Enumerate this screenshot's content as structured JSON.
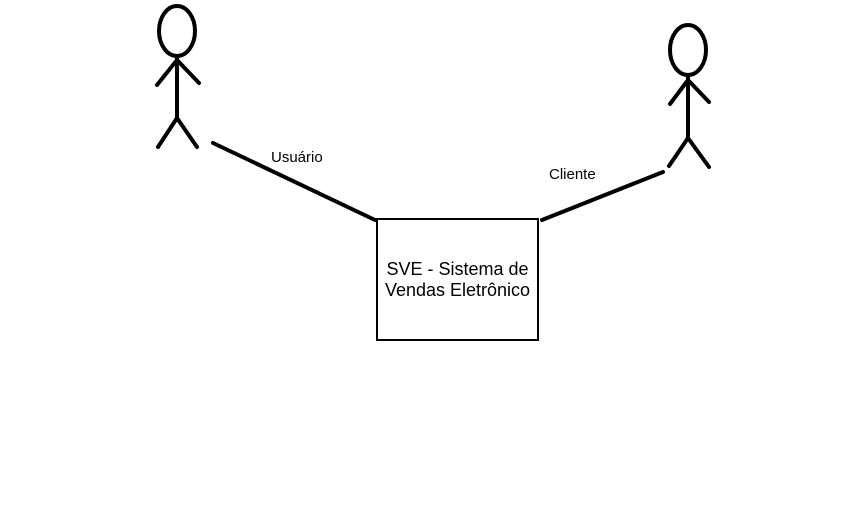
{
  "actors": [
    {
      "name": "Usuário"
    },
    {
      "name": "Cliente"
    }
  ],
  "system": {
    "label": "SVE - Sistema de Vendas Eletrônico"
  },
  "colors": {
    "stroke": "#000000",
    "background": "#ffffff"
  }
}
